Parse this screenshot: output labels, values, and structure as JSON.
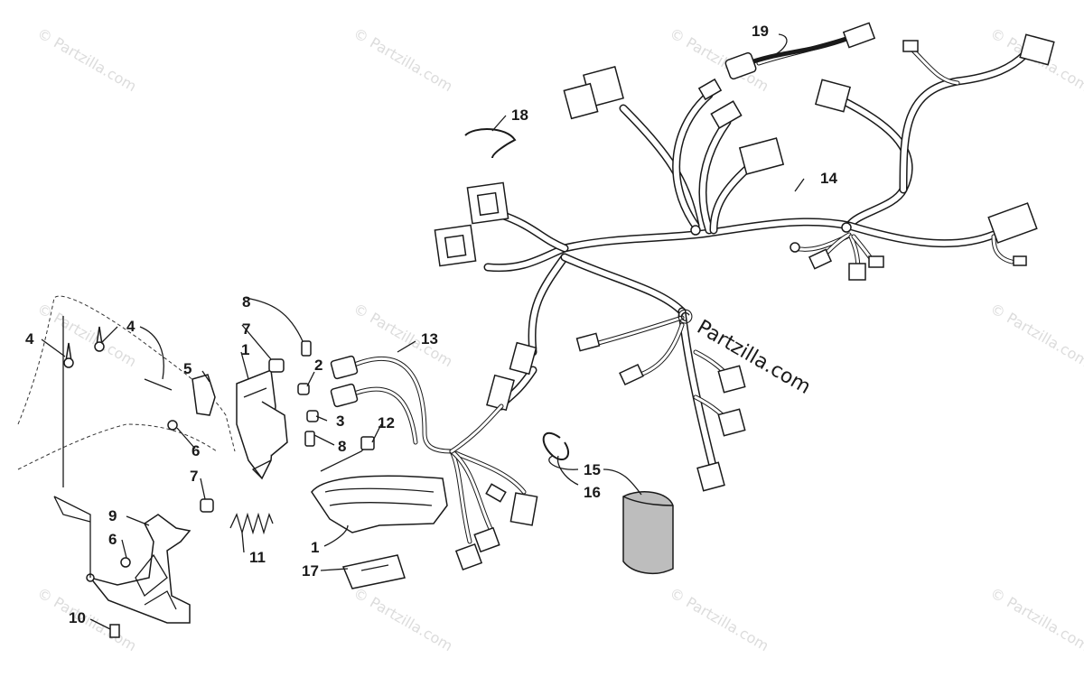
{
  "watermark": {
    "text": "© Partzilla.com",
    "main_text": "© Partzilla.com"
  },
  "callouts": {
    "c1a": "1",
    "c1b": "1",
    "c2": "2",
    "c3": "3",
    "c4a": "4",
    "c4b": "4",
    "c5": "5",
    "c6a": "6",
    "c6b": "6",
    "c7a": "7",
    "c7b": "7",
    "c8a": "8",
    "c8b": "8",
    "c9": "9",
    "c10": "10",
    "c11": "11",
    "c12": "12",
    "c13": "13",
    "c14": "14",
    "c15": "15",
    "c16": "16",
    "c17": "17",
    "c18": "18",
    "c19": "19"
  }
}
